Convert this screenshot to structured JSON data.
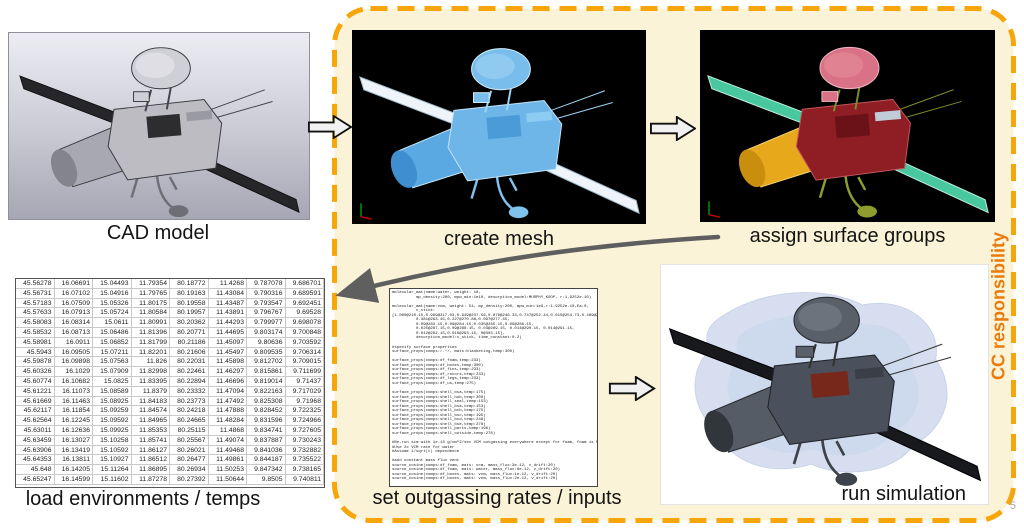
{
  "page_number": "5",
  "frame": {
    "label": "CC responsibility",
    "fill_color": "#FBF3D7",
    "dash_color": "#F6A50B",
    "label_color": "#E87B0C"
  },
  "steps": {
    "cad": {
      "caption": "CAD model"
    },
    "mesh": {
      "caption": "create mesh"
    },
    "groups": {
      "caption": "assign surface groups"
    },
    "environments": {
      "caption": "load environments / temps",
      "table_rows": [
        [
          "45.56278",
          "16.06691",
          "15.04493",
          "11.79354",
          "80.18772",
          "11.4268",
          "9.787078",
          "9.686701"
        ],
        [
          "45.56731",
          "16.07102",
          "15.04916",
          "11.79765",
          "80.19163",
          "11.43084",
          "9.790316",
          "9.689591"
        ],
        [
          "45.57183",
          "16.07509",
          "15.05326",
          "11.80175",
          "80.19558",
          "11.43487",
          "9.793547",
          "9.692451"
        ],
        [
          "45.57633",
          "16.07913",
          "15.05724",
          "11.80584",
          "80.19957",
          "11.43891",
          "9.796767",
          "9.69528"
        ],
        [
          "45.58083",
          "16.08314",
          "15.0611",
          "11.80991",
          "80.20362",
          "11.44293",
          "9.799977",
          "9.698078"
        ],
        [
          "45.58532",
          "16.08713",
          "15.06486",
          "11.81396",
          "80.20771",
          "11.44695",
          "9.803174",
          "9.700848"
        ],
        [
          "45.58981",
          "16.0911",
          "15.06852",
          "11.81799",
          "80.21186",
          "11.45097",
          "9.80636",
          "9.703592"
        ],
        [
          "45.5943",
          "16.09505",
          "15.07211",
          "11.82201",
          "80.21606",
          "11.45497",
          "9.809535",
          "9.706314"
        ],
        [
          "45.59878",
          "16.09898",
          "15.07563",
          "11.826",
          "80.22031",
          "11.45898",
          "9.812702",
          "9.709015"
        ],
        [
          "45.60326",
          "16.1029",
          "15.07909",
          "11.82998",
          "80.22461",
          "11.46297",
          "9.815861",
          "9.711699"
        ],
        [
          "45.60774",
          "16.10682",
          "15.0825",
          "11.83395",
          "80.22894",
          "11.46696",
          "9.819014",
          "9.71437"
        ],
        [
          "45.61221",
          "16.11073",
          "15.08589",
          "11.8379",
          "80.23332",
          "11.47094",
          "9.822163",
          "9.717029"
        ],
        [
          "45.61669",
          "16.11463",
          "15.08925",
          "11.84183",
          "80.23773",
          "11.47492",
          "9.825308",
          "9.71968"
        ],
        [
          "45.62117",
          "16.11854",
          "15.09259",
          "11.84574",
          "80.24218",
          "11.47888",
          "9.828452",
          "9.722325"
        ],
        [
          "45.62564",
          "16.12245",
          "15.09592",
          "11.84965",
          "80.24665",
          "11.48284",
          "9.831596",
          "9.724966"
        ],
        [
          "45.63011",
          "16.12636",
          "15.09925",
          "11.85353",
          "80.25115",
          "11.4868",
          "9.834741",
          "9.727605"
        ],
        [
          "45.63459",
          "16.13027",
          "15.10258",
          "11.85741",
          "80.25567",
          "11.49074",
          "9.837887",
          "9.730243"
        ],
        [
          "45.63906",
          "16.13419",
          "15.10592",
          "11.86127",
          "80.26021",
          "11.49468",
          "9.841036",
          "9.732882"
        ],
        [
          "45.64353",
          "16.13811",
          "15.10927",
          "11.86512",
          "80.26477",
          "11.49861",
          "9.844187",
          "9.735522"
        ],
        [
          "45.648",
          "16.14205",
          "15.11264",
          "11.86895",
          "80.26934",
          "11.50253",
          "9.847342",
          "9.738165"
        ],
        [
          "45.65247",
          "16.14599",
          "15.11602",
          "11.87278",
          "80.27392",
          "11.50644",
          "9.8505",
          "9.740811"
        ]
      ]
    },
    "outgassing": {
      "caption": "set outgassing rates / inputs",
      "code_lines": [
        "molecular_mat(name:water, weight: 18,",
        "          mp_density:200, mpw_min:1e10, desorption_model:MURPHY_KOOP, r:1.9252e-10)",
        "",
        "molecular_mat(name:vcm, weight: 54, mp_density:200, mpw_min:1e9,r:1.9252e-10,Ea:0,",
        "          c_stick:",
        "[1.000@210.15,0.999@217.03,0.949@237.56,0.879@246.33,0.747@252.44,0.615@254.73,0.489@261.02,",
        "          0.381@263.45,0.227@270.88,0.097@277.45,",
        "          0.09@283.15,0.09@284.15,0.035@285.15,0.09@286.15,",
        "          0.025@287.15,0.09@288.15, 0.03@289.15, 0.014@290.15, 0.014@291.15,",
        "          0.012@292.15,0.010@293.15, 0@303.15],",
        "          desorption_model:c_stick, time_constant:0.2)",
        "",
        "#specify surface properties",
        "surface_props(comps:/.*/, mats:blanketing,temp:300)",
        "",
        "surface_props(comps:df_foam,temp:233)",
        "surface_props(comps:df_boxes,temp:300)",
        "surface_props(comps:df_fins,temp:233)",
        "surface_props(comps:df_rotors,temp:233)",
        "surface_props(comps:df_legs,temp:233)",
        "surface_props(comps:df_us,temp:275)",
        "",
        "surface_props(comps:shell_bsa,temp:175)",
        "surface_props(comps:shell_hub,temp:300)",
        "surface_props(comps:shell_seal,temp:153)",
        "surface_props(comps:shell_bsa,temp:153)",
        "surface_props(comps:shell_bcb,temp:175)",
        "surface_props(comps:shell_bsc,temp:195)",
        "surface_props(comps:shell_bsd,temp:248)",
        "surface_props(comps:shell_bse,temp:278)",
        "surface_props(comps:shell_parts,temp:196)",
        "surface_props(comps:shell_outside,temp:278)",
        "",
        "#Re-run sim with 1e-13 g/cm^2/sec VCM outgassing everywhere except for foam, foam is 5e-13",
        "#Use 2x VCM rate for water",
        "#Assume 1/sqrt(t) dependence",
        "",
        "#add constant mass flux vent",
        "source_cosine(comps:df_foam, mats: vcm, mass_flux:3e-12, v_drift:20)",
        "source_cosine(comps:df_foam, mats: water, mass_flux:6e-12, v_drift:20)",
        "source_cosine(comps:df_boxes, mats: vcm, mass_flux:1e-12, v_drift:20)",
        "source_cosine(comps:df_boxes, mats: vcm, mass_flux:2e-12, v_drift:20)"
      ]
    },
    "simulation": {
      "caption": "run simulation"
    }
  }
}
